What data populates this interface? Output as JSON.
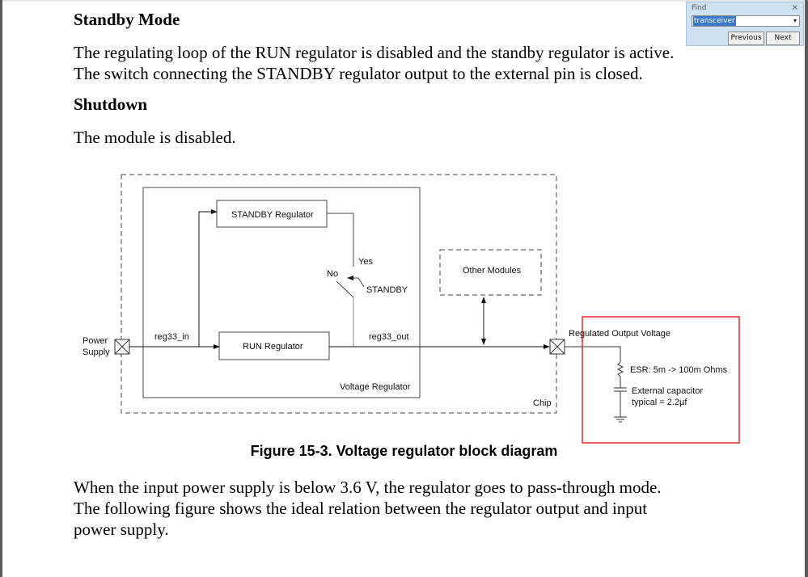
{
  "document": {
    "heading_standby": "Standby Mode",
    "para_standby_1": "The regulating loop of the RUN regulator is disabled and the standby regulator is active.",
    "para_standby_2": "The switch connecting the STANDBY regulator output to the external pin is closed.",
    "heading_shutdown": "Shutdown",
    "para_shutdown": "The module is disabled.",
    "figure_caption": "Figure 15-3. Voltage regulator block diagram",
    "para_after_1": "When the input power supply is below 3.6 V, the regulator goes to pass-through mode.",
    "para_after_2": "The following figure shows the ideal relation between the regulator output and input",
    "para_after_3": "power supply."
  },
  "diagram": {
    "power_supply_line1": "Power",
    "power_supply_line2": "Supply",
    "reg33_in": "reg33_in",
    "standby_regulator": "STANDBY Regulator",
    "run_regulator": "RUN Regulator",
    "yes": "Yes",
    "no": "No",
    "standby_signal": "STANDBY",
    "reg33_out": "reg33_out",
    "voltage_regulator": "Voltage Regulator",
    "other_modules": "Other Modules",
    "chip": "Chip",
    "regulated_output": "Regulated Output Voltage",
    "esr": "ESR: 5m -> 100m Ohms",
    "ext_cap_line1": "External capacitor",
    "ext_cap_line2": "typical = 2.2µf",
    "highlight_color": "#e0262b"
  },
  "find_panel": {
    "title": "Find",
    "close_icon": "×",
    "query": "transceiver",
    "dropdown_icon": "▾",
    "previous_label": "Previous",
    "next_label": "Next"
  }
}
